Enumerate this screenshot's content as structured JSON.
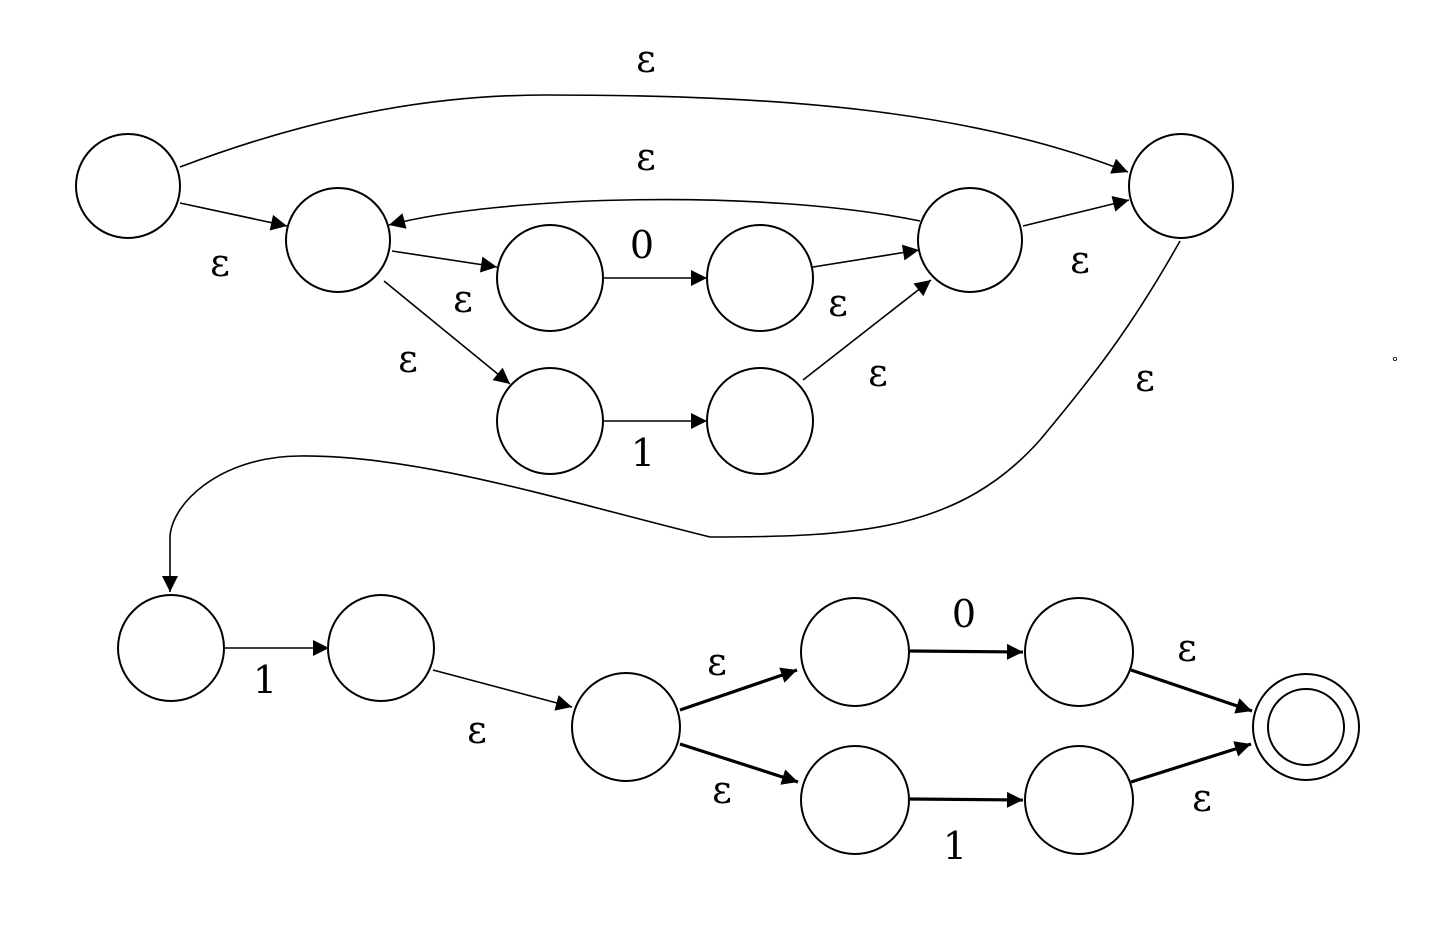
{
  "diagram": {
    "type": "nfa-state-diagram",
    "symbols": {
      "epsilon": "ε",
      "zero": "0",
      "one": "1"
    },
    "states": [
      {
        "id": "s1"
      },
      {
        "id": "s2"
      },
      {
        "id": "s3"
      },
      {
        "id": "s4"
      },
      {
        "id": "s5"
      },
      {
        "id": "s6"
      },
      {
        "id": "s7"
      },
      {
        "id": "s8"
      },
      {
        "id": "s9"
      },
      {
        "id": "s10"
      },
      {
        "id": "s11"
      },
      {
        "id": "s12"
      },
      {
        "id": "s13"
      },
      {
        "id": "s14"
      },
      {
        "id": "s15"
      },
      {
        "id": "s16",
        "accepting": true
      }
    ],
    "transitions": [
      {
        "from": "s1",
        "to": "s8",
        "label": "ε"
      },
      {
        "from": "s1",
        "to": "s2",
        "label": "ε"
      },
      {
        "from": "s7",
        "to": "s2",
        "label": "ε"
      },
      {
        "from": "s2",
        "to": "s3",
        "label": "ε"
      },
      {
        "from": "s3",
        "to": "s4",
        "label": "0"
      },
      {
        "from": "s4",
        "to": "s7",
        "label": "ε"
      },
      {
        "from": "s2",
        "to": "s5",
        "label": "ε"
      },
      {
        "from": "s5",
        "to": "s6",
        "label": "1"
      },
      {
        "from": "s6",
        "to": "s7",
        "label": "ε"
      },
      {
        "from": "s7",
        "to": "s8",
        "label": "ε"
      },
      {
        "from": "s8",
        "to": "s9",
        "label": "ε"
      },
      {
        "from": "s9",
        "to": "s10",
        "label": "1"
      },
      {
        "from": "s10",
        "to": "s11",
        "label": "ε"
      },
      {
        "from": "s11",
        "to": "s12",
        "label": "ε"
      },
      {
        "from": "s12",
        "to": "s13",
        "label": "0"
      },
      {
        "from": "s13",
        "to": "s16",
        "label": "ε"
      },
      {
        "from": "s11",
        "to": "s14",
        "label": "ε"
      },
      {
        "from": "s14",
        "to": "s15",
        "label": "1"
      },
      {
        "from": "s15",
        "to": "s16",
        "label": "ε"
      }
    ]
  }
}
